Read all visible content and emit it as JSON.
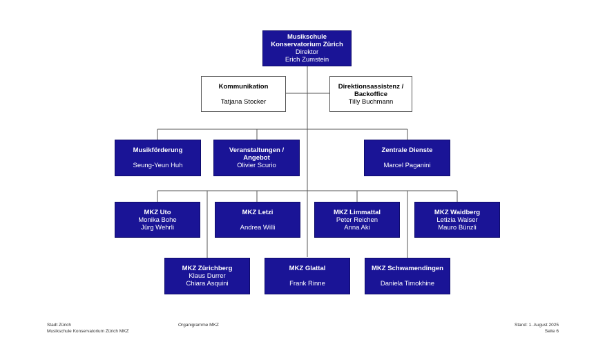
{
  "colors": {
    "box_fill": "#1a1496",
    "line": "#555555",
    "outline_border": "#555555"
  },
  "root": {
    "title_1": "Musikschule",
    "title_2": "Konservatorium Zürich",
    "role": "Direktor",
    "name": "Erich Zumstein"
  },
  "staff": [
    {
      "title": "Kommunikation",
      "name": "Tatjana Stocker"
    },
    {
      "title_1": "Direktionsassistenz /",
      "title_2": "Backoffice",
      "name": "Tilly Buchmann"
    }
  ],
  "departments": [
    {
      "title": "Musikförderung",
      "name": "Seung-Yeun Huh"
    },
    {
      "title_1": "Veranstaltungen /",
      "title_2": "Angebot",
      "name": "Olivier Scurio"
    },
    {
      "title": "Zentrale Dienste",
      "name": "Marcel Paganini"
    }
  ],
  "mkz_row1": [
    {
      "title": "MKZ Uto",
      "names": [
        "Monika Bohe",
        "Jürg Wehrli"
      ]
    },
    {
      "title": "MKZ Letzi",
      "names": [
        "Andrea Willi"
      ]
    },
    {
      "title": "MKZ Limmattal",
      "names": [
        "Peter Reichen",
        "Anna Aki"
      ]
    },
    {
      "title": "MKZ Waidberg",
      "names": [
        "Letizia Walser",
        "Mauro Bünzli"
      ]
    }
  ],
  "mkz_row2": [
    {
      "title": "MKZ Zürichberg",
      "names": [
        "Klaus Durrer",
        "Chiara Asquini"
      ]
    },
    {
      "title": "MKZ Glattal",
      "names": [
        "Frank Rinne"
      ]
    },
    {
      "title": "MKZ Schwamendingen",
      "names": [
        "Daniela Timokhine"
      ]
    }
  ],
  "footer": {
    "left_1": "Stadt Zürich",
    "left_2": "Musikschule Konservatorium Zürich MKZ",
    "center": "Organigramme MKZ",
    "right_1": "Stand: 1. August 2025",
    "right_2": "Seite 6"
  }
}
